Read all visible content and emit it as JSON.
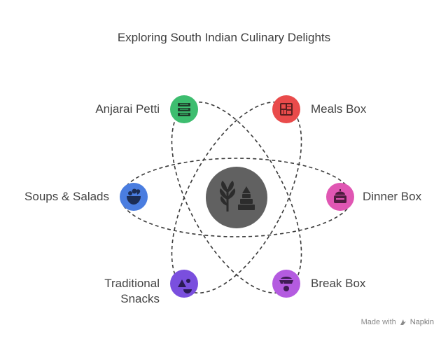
{
  "title": "Exploring South Indian Culinary Delights",
  "center": {
    "icon": "leaf-and-temple-icon",
    "color": "#616161"
  },
  "nodes": [
    {
      "id": "anjarai",
      "label": "Anjarai Petti",
      "color": "#3dbd6f",
      "icon": "spice-box-icon"
    },
    {
      "id": "meals",
      "label": "Meals Box",
      "color": "#e94b4b",
      "icon": "meal-box-icon"
    },
    {
      "id": "soups",
      "label": "Soups & Salads",
      "color": "#4a7de0",
      "icon": "salad-bowl-icon"
    },
    {
      "id": "dinner",
      "label": "Dinner Box",
      "color": "#e056b3",
      "icon": "dinner-box-icon"
    },
    {
      "id": "snacks",
      "label_lines": [
        "Traditional",
        "Snacks"
      ],
      "color": "#7a4fde",
      "icon": "snacks-icon"
    },
    {
      "id": "breakbox",
      "label": "Break Box",
      "color": "#b45be0",
      "icon": "break-box-icon"
    }
  ],
  "watermark": {
    "prefix": "Made with",
    "brand": "Napkin"
  }
}
